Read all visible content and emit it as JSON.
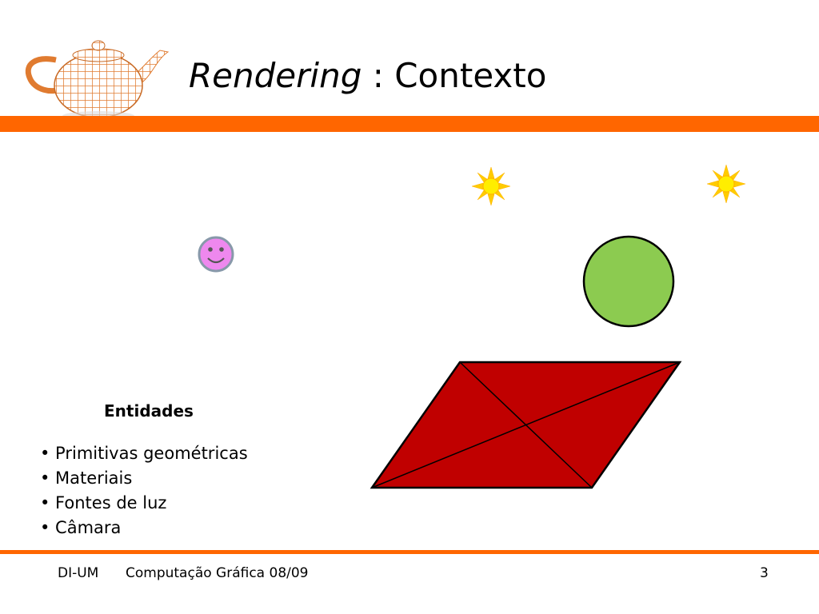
{
  "slide": {
    "title_italic": "Rendering",
    "title_rest": " : Contexto",
    "accent_color": "#ff6600"
  },
  "scene": {
    "lights": [
      "sun-icon",
      "sun-icon"
    ],
    "camera_icon": "smiley-icon",
    "sphere_color": "#8ccb50",
    "plane_color": "#c00000"
  },
  "entities": {
    "heading": "Entidades",
    "items": [
      "• Primitivas geométricas",
      "• Materiais",
      "• Fontes de luz",
      "• Câmara"
    ]
  },
  "footer": {
    "org": "DI-UM",
    "course": "Computação Gráfica 08/09",
    "page": "3"
  }
}
